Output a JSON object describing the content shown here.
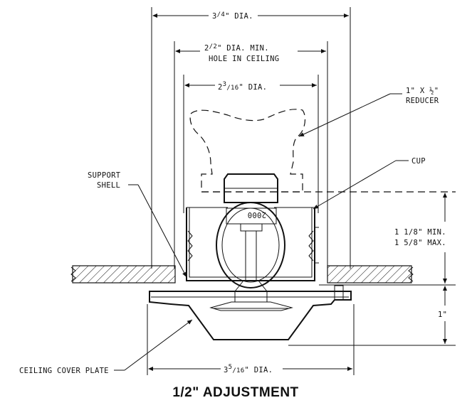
{
  "dimensions": {
    "outer_dia": {
      "whole": "3",
      "frac": "/4",
      "suffix": "\" DIA."
    },
    "hole_min": {
      "whole": "2",
      "frac": "/2",
      "suffix": "\" DIA. MIN."
    },
    "hole_line2": "HOLE IN CEILING",
    "cup_dia": {
      "whole": "2",
      "sup": "3",
      "frac": "/16",
      "suffix": "\" DIA."
    },
    "plate_dia": {
      "whole": "3",
      "sup": "5",
      "frac": "/16",
      "suffix": "\" DIA."
    },
    "height_min": "1 1/8\" MIN.",
    "height_max": "1 5/8\" MAX.",
    "plate_height": "1\""
  },
  "callouts": {
    "reducer_line1": "1\" X ½\"",
    "reducer_line2": "REDUCER",
    "cup": "CUP",
    "support_line1": "SUPPORT",
    "support_line2": "SHELL",
    "cover_plate": "CEILING COVER PLATE"
  },
  "sprinkler_marking": "2000",
  "title": "1/2\"  ADJUSTMENT"
}
